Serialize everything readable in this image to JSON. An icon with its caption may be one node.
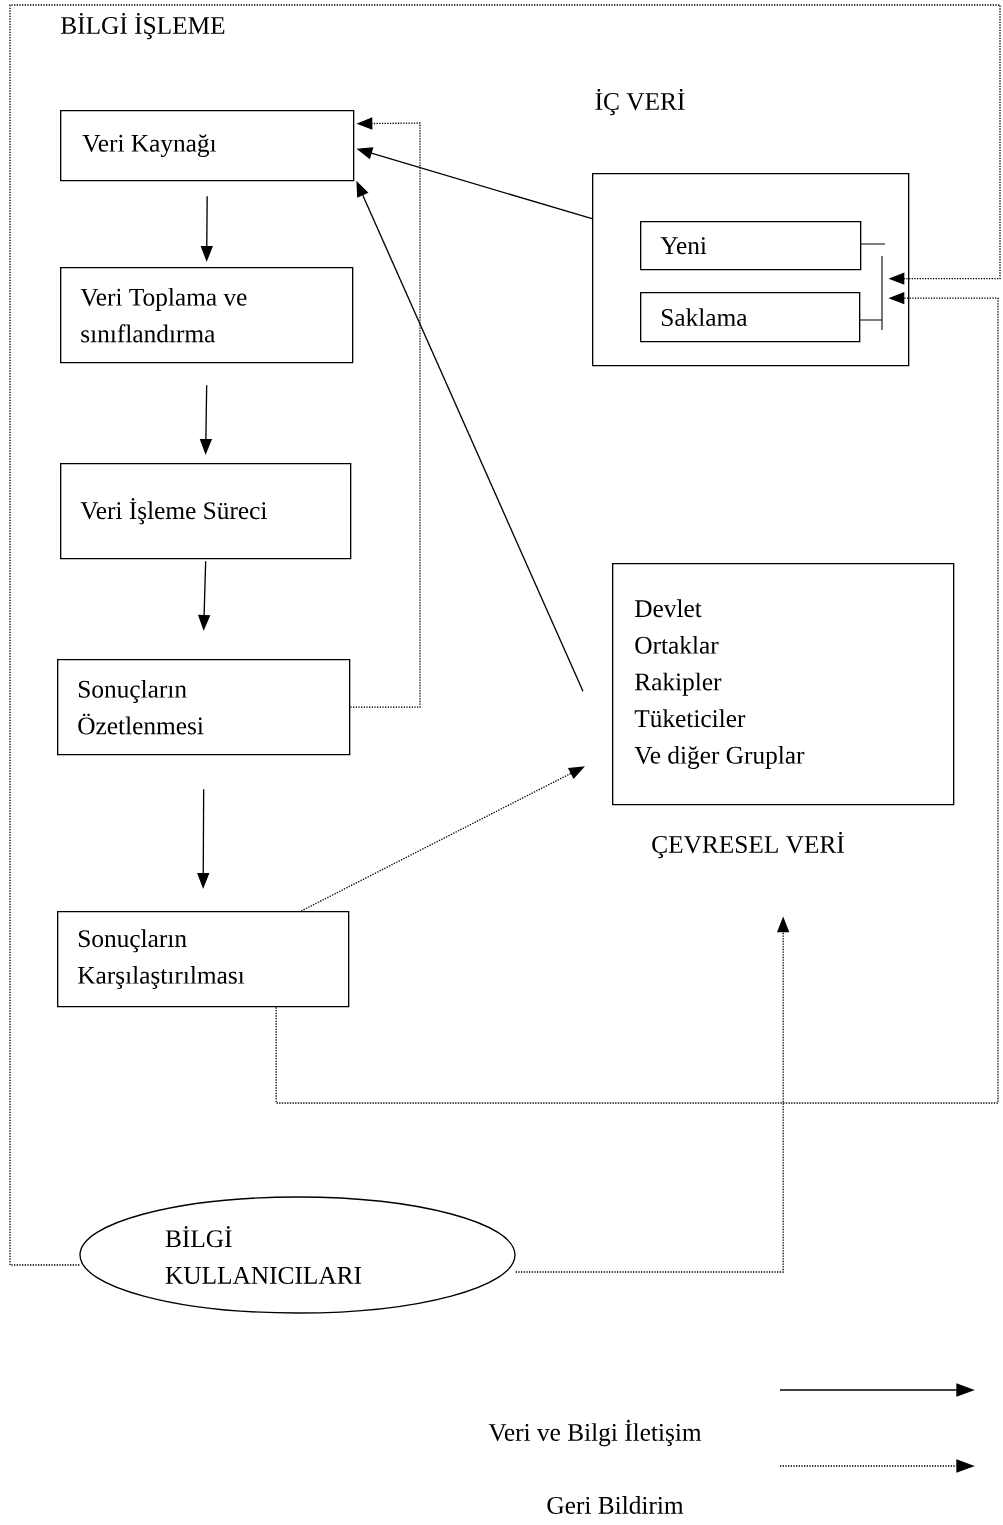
{
  "diagram": {
    "title": "BİLGİ İŞLEME",
    "nodes": [
      {
        "text": [
          "Veri Kaynağı"
        ]
      },
      {
        "text": [
          "Veri Toplama ve sınıflandırma"
        ]
      },
      {
        "text": [
          "Veri İşleme Süreci"
        ]
      },
      {
        "text": [
          "Sonuçların Özetlenmesi"
        ]
      },
      {
        "text": [
          "Sonuçların Karşılaştırılması"
        ]
      },
      {
        "text": [
          "İÇ VERİ"
        ]
      },
      {
        "text": [
          "Yeni"
        ],
        "in": 5
      },
      {
        "text": [
          "Saklama"
        ],
        "in": 5
      },
      {
        "text": [
          "Devlet",
          "Ortaklar",
          "Rakipler",
          "Tüketiciler",
          "Ve diğer Gruplar",
          "ÇEVRESEL VERİ"
        ]
      },
      {
        "text": [
          "BİLGİ KULLANICILARI"
        ]
      }
    ],
    "edges": [
      {
        "from": 0,
        "to": 1,
        "arrow": "to"
      },
      {
        "from": 1,
        "to": 2,
        "arrow": "to"
      },
      {
        "from": 2,
        "to": 3,
        "arrow": "to"
      },
      {
        "from": 3,
        "to": 4,
        "arrow": "to"
      },
      {
        "from": 5,
        "to": 0,
        "arrow": "to"
      },
      {
        "from": 8,
        "to": 0,
        "arrow": "to"
      },
      {
        "from": 3,
        "to": 0,
        "arrow": "to",
        "style": "dashed"
      },
      {
        "from": 4,
        "to": 8,
        "arrow": "to",
        "style": "dashed"
      },
      {
        "from": 9,
        "to": 8,
        "arrow": "to",
        "style": "dashed"
      },
      {
        "from": 9,
        "to": 6,
        "arrow": "to",
        "style": "dashed"
      },
      {
        "from": 4,
        "to": 7,
        "arrow": "to",
        "style": "dashed"
      }
    ],
    "legend": [
      {
        "text": "Veri ve Bilgi İletişim"
      },
      {
        "text": "Geri Bildirim"
      }
    ]
  }
}
